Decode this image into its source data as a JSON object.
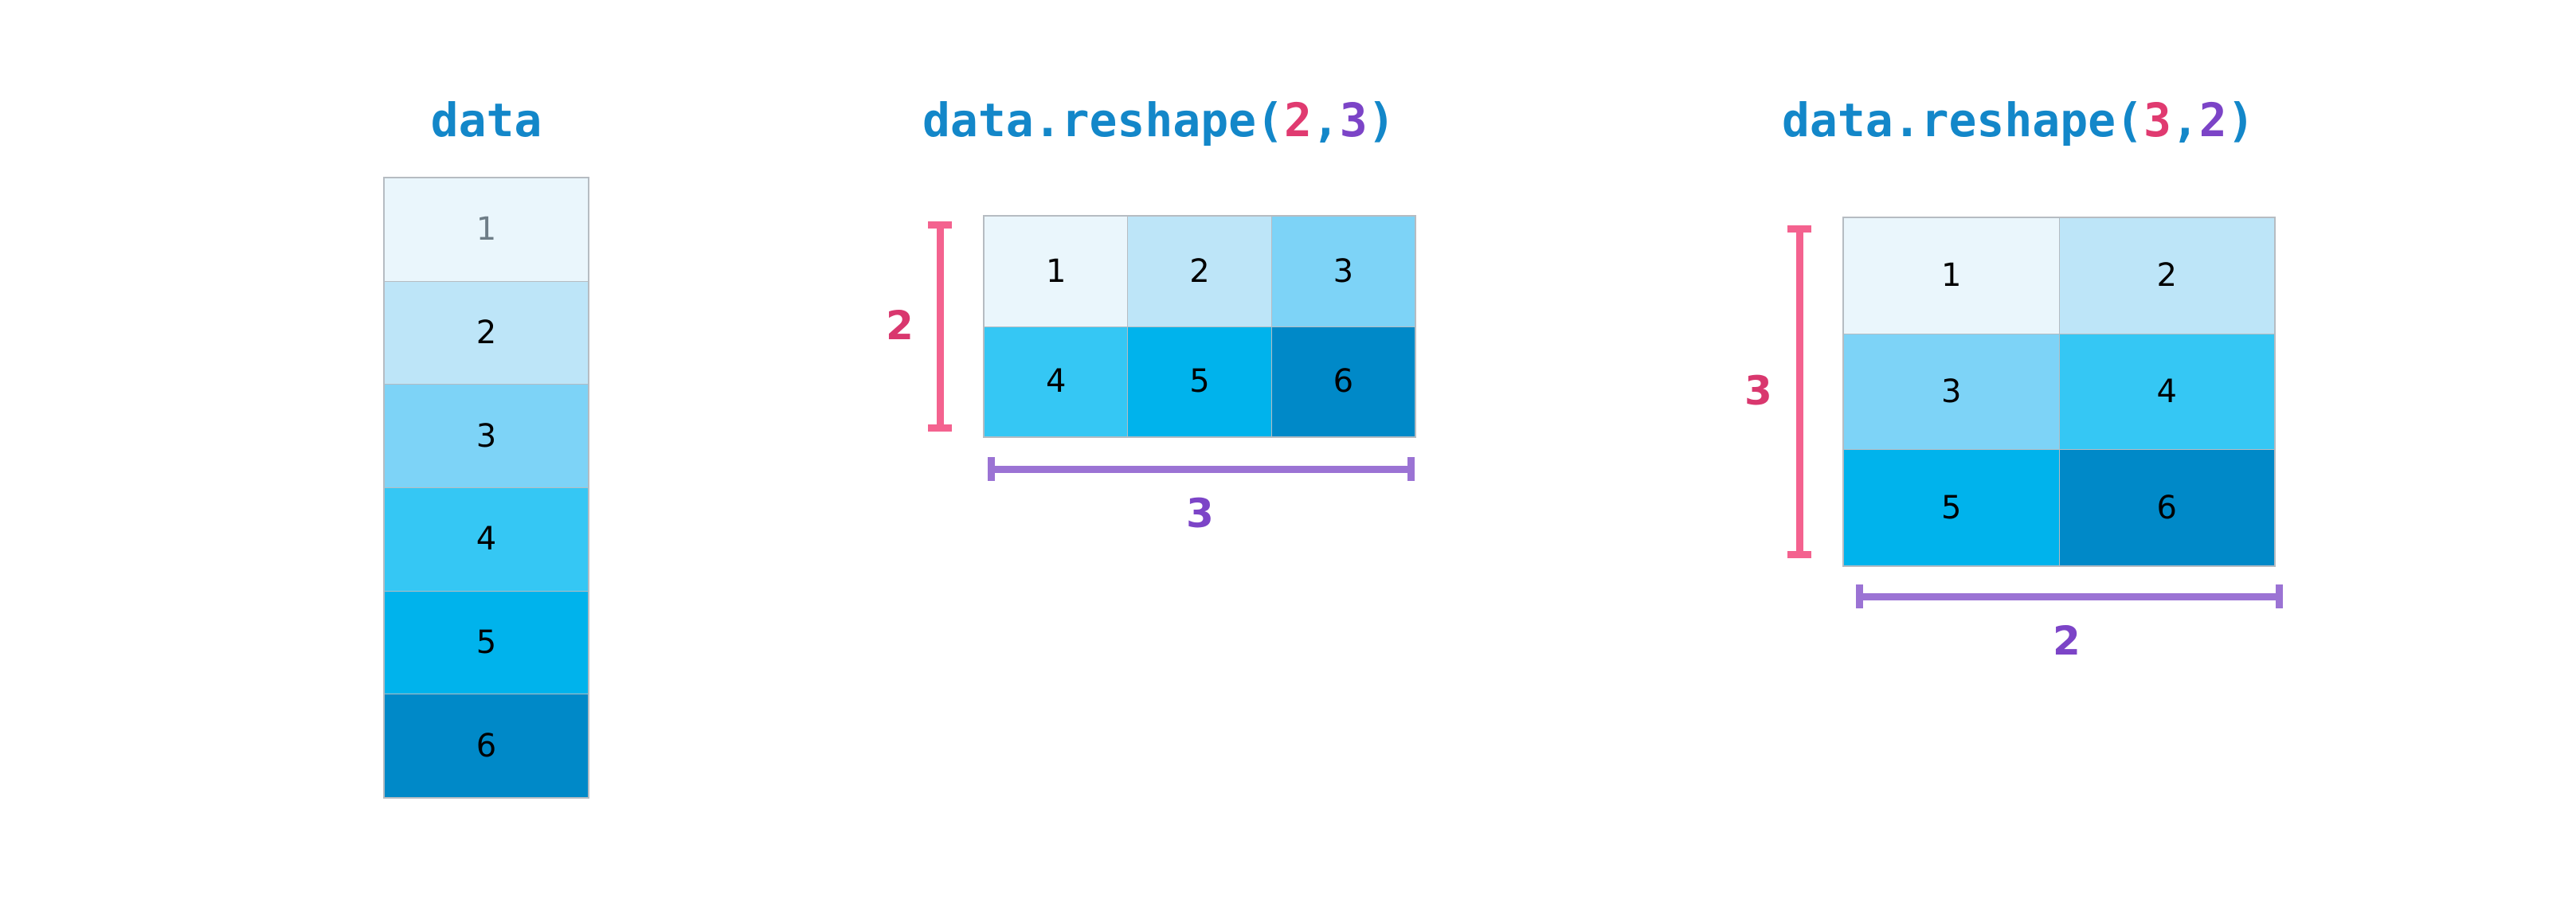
{
  "diagram": {
    "title_prefix": "data.reshape",
    "palette": {
      "title_blue": "#1387c9",
      "rows_pink": "#d9376e",
      "rows_bracket_pink": "#f4628f",
      "cols_purple": "#7c44c7",
      "cols_bracket_purple": "#9b73d4",
      "cell_border": "#b6bcc2",
      "muted_text": "#6e7d87",
      "background": "#ffffff"
    },
    "value_colors": {
      "1": "#eaf6fc",
      "2": "#bde5f8",
      "3": "#7dd3f7",
      "4": "#35c7f4",
      "5": "#00b3ec",
      "6": "#0089c8"
    }
  },
  "panels": [
    {
      "id": "data",
      "title": "data",
      "shape": [
        6,
        1
      ],
      "values": [
        [
          1
        ],
        [
          2
        ],
        [
          3
        ],
        [
          4
        ],
        [
          5
        ],
        [
          6
        ]
      ],
      "rows_label": null,
      "cols_label": null
    },
    {
      "id": "reshape-2-3",
      "title": "data.reshape(2,3)",
      "title_arg_rows": "2",
      "title_arg_cols": "3",
      "shape": [
        2,
        3
      ],
      "values": [
        [
          1,
          2,
          3
        ],
        [
          4,
          5,
          6
        ]
      ],
      "rows_label": "2",
      "cols_label": "3"
    },
    {
      "id": "reshape-3-2",
      "title": "data.reshape(3,2)",
      "title_arg_rows": "3",
      "title_arg_cols": "2",
      "shape": [
        3,
        2
      ],
      "values": [
        [
          1,
          2
        ],
        [
          3,
          4
        ],
        [
          5,
          6
        ]
      ],
      "rows_label": "3",
      "cols_label": "2"
    }
  ]
}
